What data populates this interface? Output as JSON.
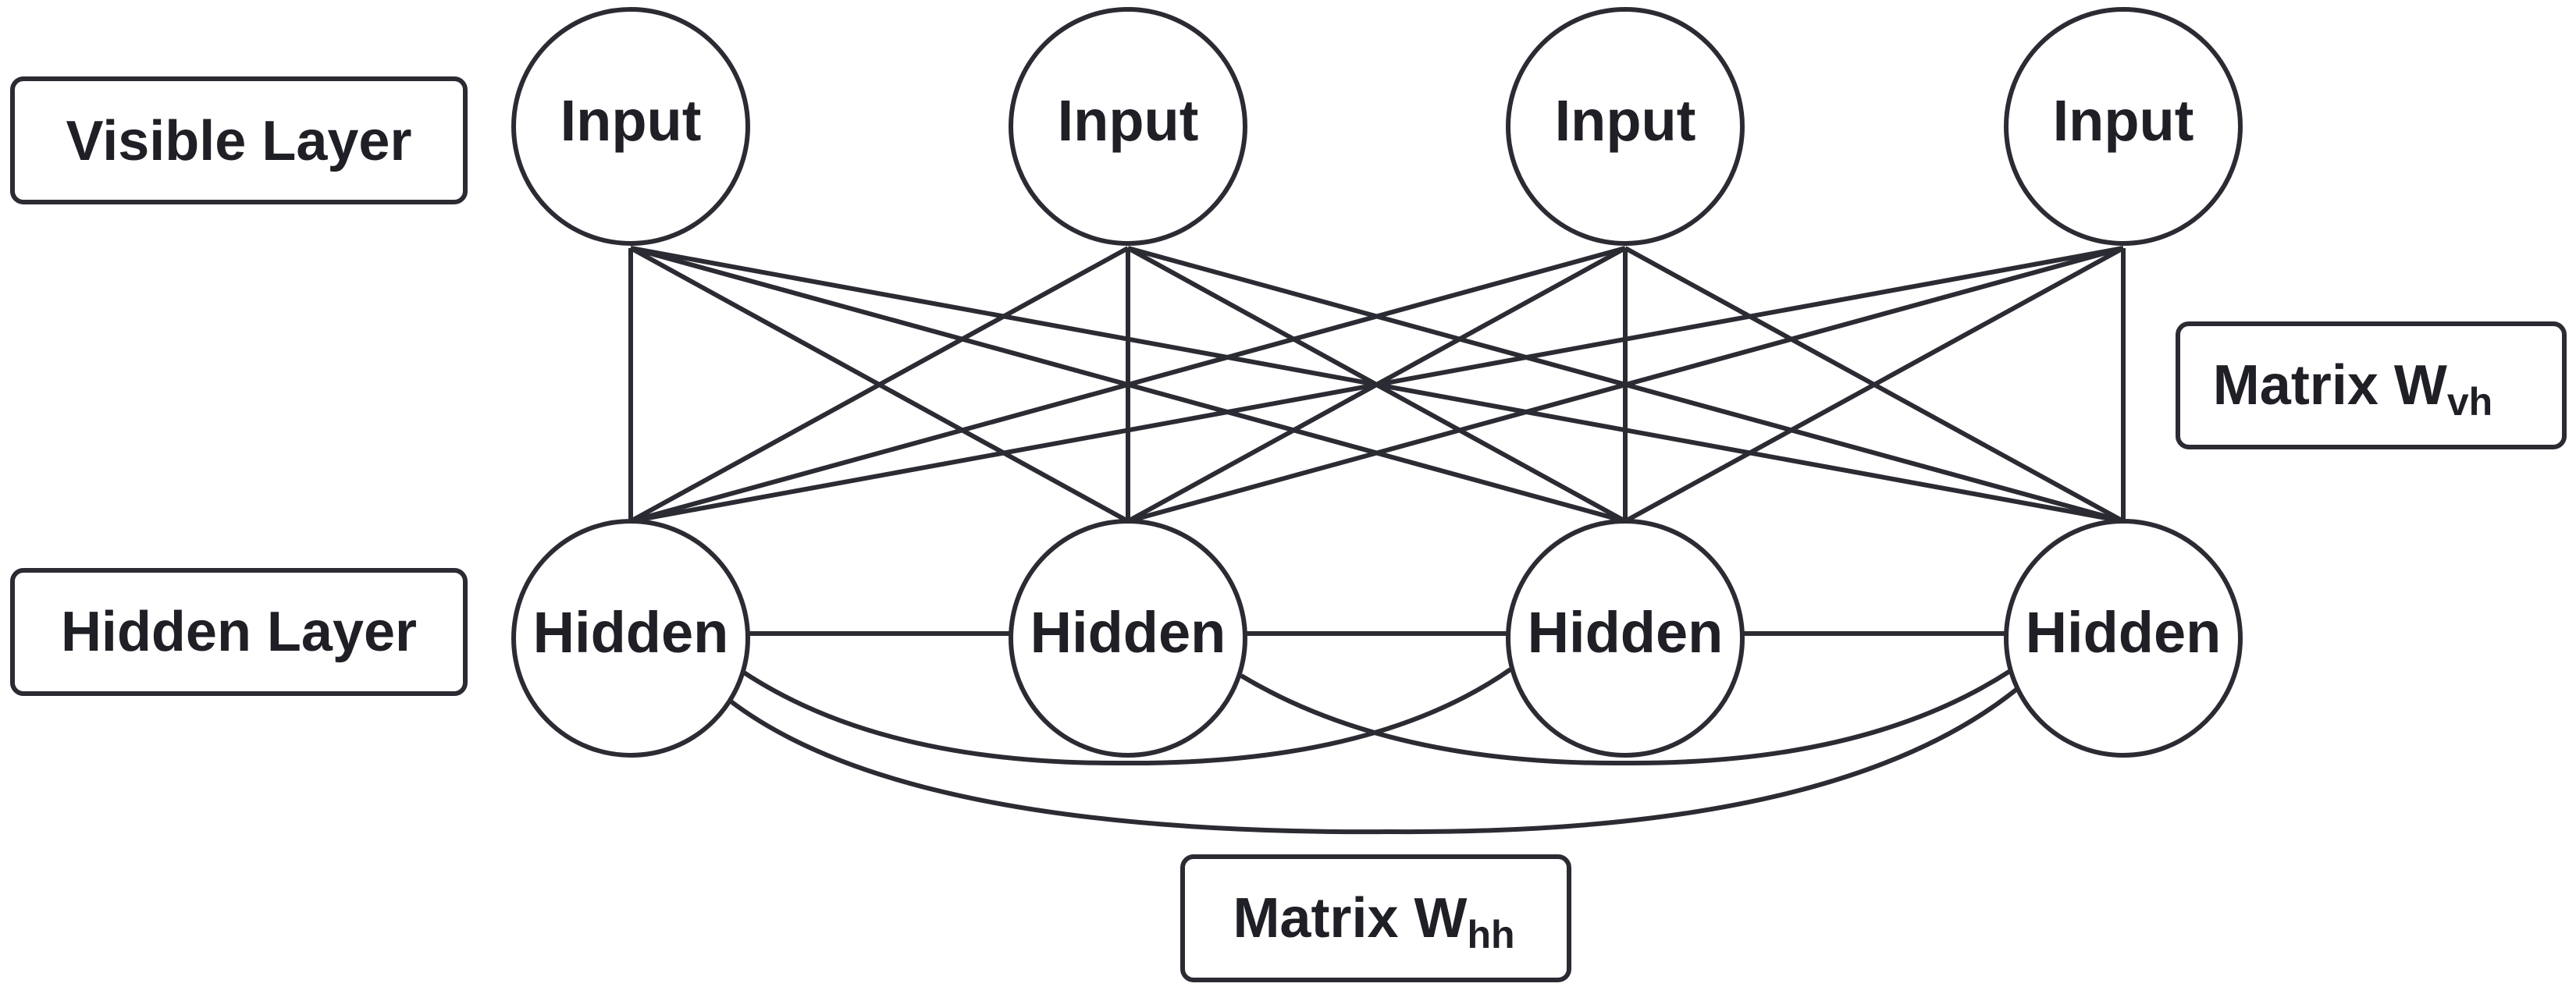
{
  "labels": {
    "visible_layer": "Visible Layer",
    "hidden_layer": "Hidden Layer",
    "matrix_vh": {
      "main": "Matrix W",
      "sub": "vh"
    },
    "matrix_hh": {
      "main": "Matrix W",
      "sub": "hh"
    }
  },
  "visible_nodes": [
    {
      "label": "Input"
    },
    {
      "label": "Input"
    },
    {
      "label": "Input"
    },
    {
      "label": "Input"
    }
  ],
  "hidden_nodes": [
    {
      "label": "Hidden"
    },
    {
      "label": "Hidden"
    },
    {
      "label": "Hidden"
    },
    {
      "label": "Hidden"
    }
  ],
  "colors": {
    "stroke": "#2b2b33",
    "text": "#1f1f26",
    "background": "#ffffff"
  }
}
